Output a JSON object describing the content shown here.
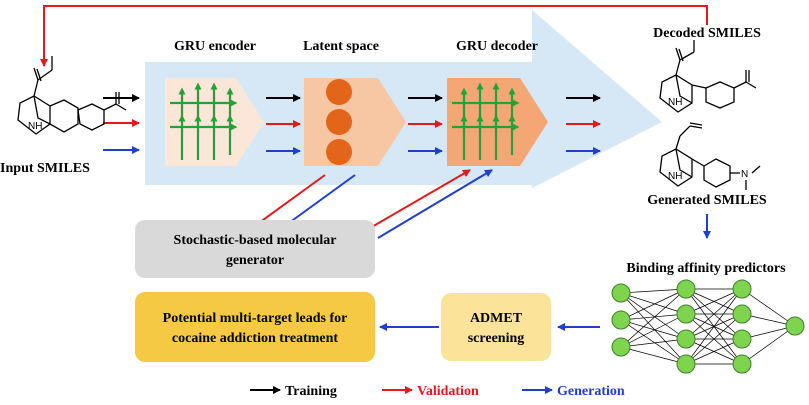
{
  "labels": {
    "gru_encoder": "GRU encoder",
    "latent_space": "Latent space",
    "gru_decoder": "GRU decoder",
    "decoded_smiles": "Decoded SMILES",
    "generated_smiles": "Generated SMILES",
    "input_smiles": "Input SMILES",
    "stochastic_line1": "Stochastic-based molecular",
    "stochastic_line2": "generator",
    "binding_affinity": "Binding affinity predictors",
    "admet_line1": "ADMET",
    "admet_line2": "screening",
    "leads_line1": "Potential multi-target leads for",
    "leads_line2": "cocaine addiction treatment"
  },
  "legend": {
    "training": "Training",
    "validation": "Validation",
    "generation": "Generation"
  },
  "molecule_labels": {
    "nh": "NH",
    "n": "N"
  },
  "colors": {
    "training": "#000000",
    "validation": "#e31a1c",
    "generation": "#1f3fcf",
    "big_arrow": "#d6e8f5",
    "encoder_fill": "#fbe6d8",
    "latent_fill": "#f7c6a3",
    "decoder_fill": "#f4a774",
    "gru_arrow": "#21a33a",
    "latent_dot": "#e1651a",
    "stochastic_box": "#d9d9d9",
    "leads_box": "#f6c944",
    "admet_box": "#fbe39a",
    "nn_node": "#7ed34f"
  }
}
